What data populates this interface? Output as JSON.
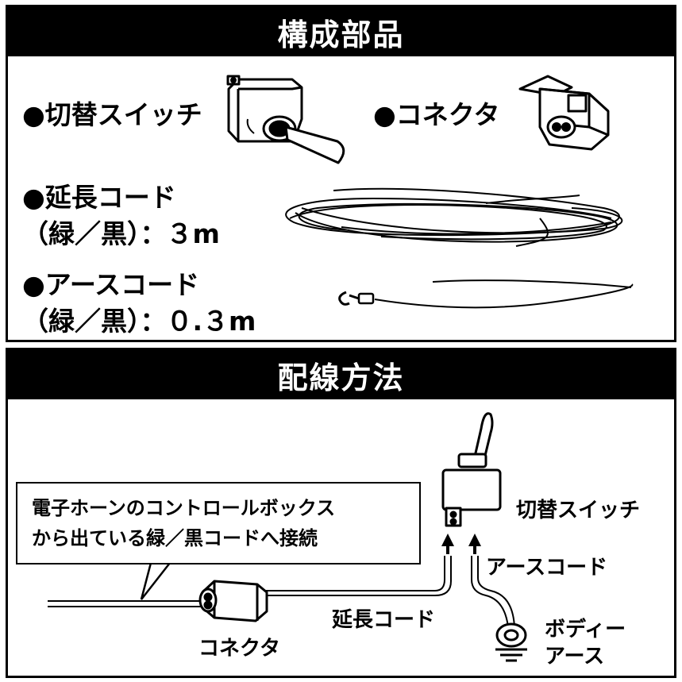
{
  "parts": {
    "title": "構成部品",
    "switch": "●切替スイッチ",
    "connector": "●コネクタ",
    "ext_line1": "●延長コード",
    "ext_line2": "（緑／黒）：３m",
    "earth_line1": "●アースコード",
    "earth_line2": "（緑／黒）：０.３m"
  },
  "wiring": {
    "title": "配線方法",
    "callout_line1": "電子ホーンのコントロールボックス",
    "callout_line2": "から出ている緑／黒コードへ接続",
    "switch": "切替スイッチ",
    "earth_cord": "アースコード",
    "ext_cord": "延長コード",
    "connector": "コネクタ",
    "body_earth_1": "ボディー",
    "body_earth_2": "アース"
  }
}
